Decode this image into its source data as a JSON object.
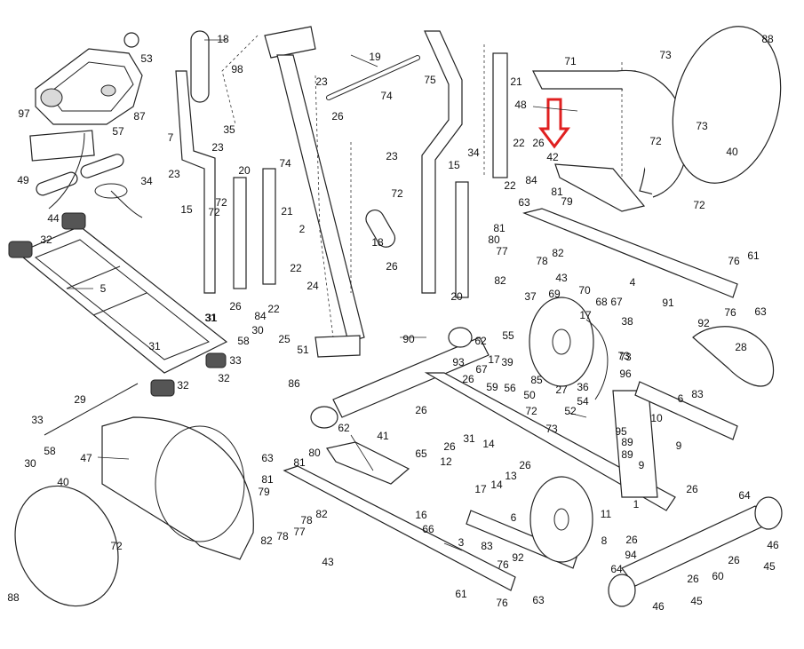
{
  "highlight_color": "#e02020",
  "labels": {
    "l1": "18",
    "l2": "98",
    "l3": "35",
    "l4": "19",
    "l5": "23",
    "l6": "26",
    "l7": "75",
    "l8": "74",
    "l9": "21",
    "l10": "71",
    "l11": "73",
    "l12": "88",
    "l13": "53",
    "l14": "97",
    "l15": "87",
    "l16": "57",
    "l17": "49",
    "l18": "44",
    "l19": "7",
    "l20": "23",
    "l21": "20",
    "l22": "74",
    "l23": "34",
    "l24": "23",
    "l25": "15",
    "l26": "72",
    "l27": "21",
    "l28": "2",
    "l29": "23",
    "l30": "15",
    "l31": "72",
    "l32": "34",
    "l33": "48",
    "l34": "22",
    "l35": "26",
    "l36": "42",
    "l37": "84",
    "l38": "22",
    "l39": "72",
    "l40": "40",
    "l41": "73",
    "l42": "72",
    "l43": "32",
    "l44": "5",
    "l45": "18",
    "l46": "20",
    "l47": "63",
    "l48": "81",
    "l49": "79",
    "l50": "81",
    "l51": "80",
    "l52": "77",
    "l53": "78",
    "l54": "82",
    "l55": "82",
    "l56": "43",
    "l57": "4",
    "l58": "76",
    "l59": "61",
    "l60": "63",
    "l61": "92",
    "l62": "76",
    "l63": "28",
    "l64": "22",
    "l65": "24",
    "l66": "26",
    "l67": "84",
    "l68": "22",
    "l69": "26",
    "l70": "31",
    "l71": "58",
    "l72": "30",
    "l73": "25",
    "l74": "51",
    "l75": "69",
    "l76": "70",
    "l77": "68",
    "l78": "67",
    "l79": "17",
    "l80": "38",
    "l81": "91",
    "l82": "37",
    "l83": "31",
    "l84": "33",
    "l85": "32",
    "l86": "31",
    "l87": "32",
    "l88": "29",
    "l89": "86",
    "l90": "90",
    "l91": "62",
    "l92": "93",
    "l93": "26",
    "l94": "55",
    "l95": "73",
    "l96": "96",
    "l97": "6",
    "l98": "83",
    "l99": "10",
    "l100": "9",
    "l101": "62",
    "l102": "26",
    "l103": "67",
    "l104": "59",
    "l105": "17",
    "l106": "39",
    "l107": "56",
    "l108": "85",
    "l109": "27",
    "l110": "50",
    "l111": "72",
    "l112": "52",
    "l113": "54",
    "l114": "36",
    "l115": "95",
    "l116": "89",
    "l117": "89",
    "l118": "9",
    "l119": "33",
    "l120": "58",
    "l121": "30",
    "l122": "47",
    "l123": "40",
    "l124": "72",
    "l125": "88",
    "l126": "41",
    "l127": "65",
    "l128": "26",
    "l129": "14",
    "l130": "12",
    "l131": "13",
    "l132": "26",
    "l133": "17",
    "l134": "14",
    "l135": "31",
    "l136": "11",
    "l137": "73",
    "l138": "1",
    "l139": "26",
    "l140": "64",
    "l141": "46",
    "l142": "63",
    "l143": "81",
    "l144": "79",
    "l145": "80",
    "l146": "81",
    "l147": "78",
    "l148": "82",
    "l149": "77",
    "l150": "82",
    "l151": "78",
    "l152": "43",
    "l153": "16",
    "l154": "66",
    "l155": "3",
    "l156": "6",
    "l157": "83",
    "l158": "76",
    "l159": "92",
    "l160": "61",
    "l161": "76",
    "l162": "63",
    "l163": "8",
    "l164": "26",
    "l165": "94",
    "l166": "64",
    "l167": "26",
    "l168": "60",
    "l169": "45",
    "l170": "46",
    "l171": "45",
    "l172": "26",
    "l173": "73",
    "l174": "72"
  }
}
